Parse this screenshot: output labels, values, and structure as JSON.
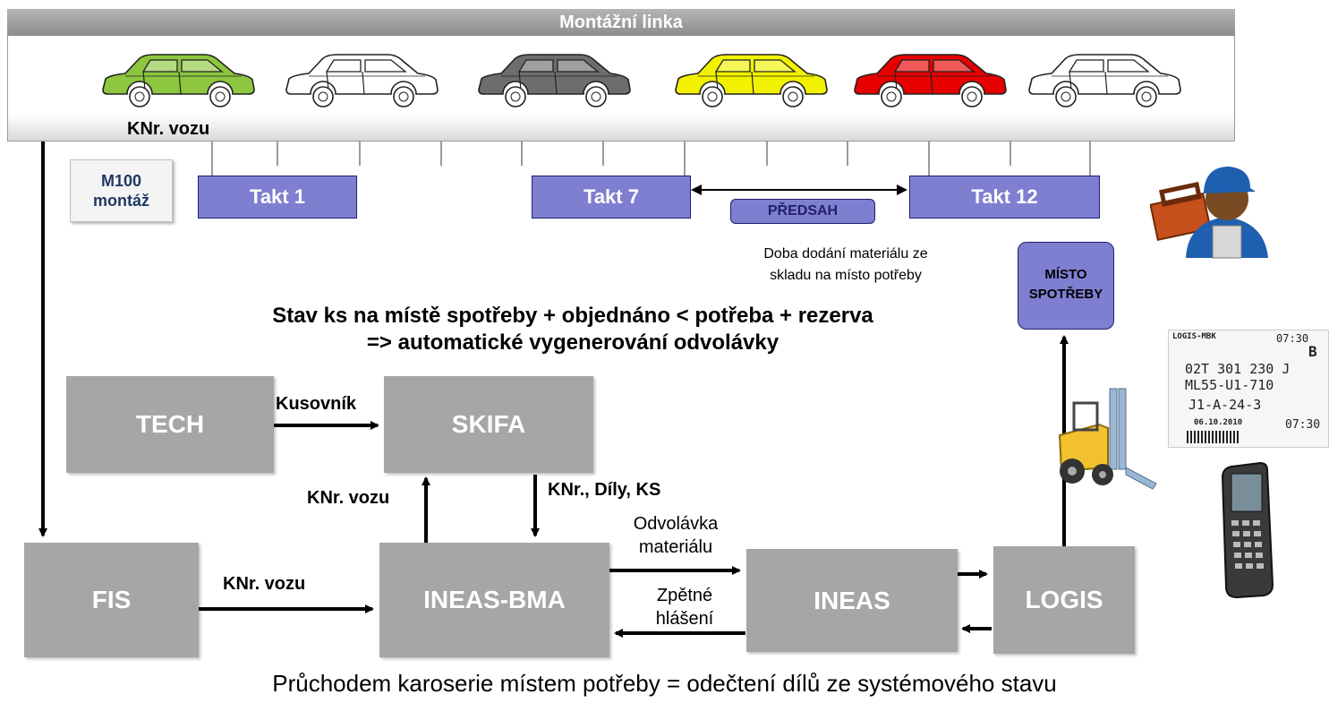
{
  "assembly_line": {
    "title": "Montážní linka",
    "car_colors": [
      "#8dc63f",
      "#ffffff",
      "#6d6d6d",
      "#f2f200",
      "#e60000",
      "#ffffff"
    ],
    "car_label": "KNr. vozu"
  },
  "m100": {
    "line1": "M100",
    "line2": "montáž"
  },
  "takts": [
    "Takt 1",
    "Takt 7",
    "Takt 12"
  ],
  "predsah": {
    "label": "PŘEDSAH",
    "desc_line1": "Doba dodání materiálu ze",
    "desc_line2": "skladu na místo potřeby"
  },
  "misto": {
    "line1": "MÍSTO",
    "line2": "SPOTŘEBY"
  },
  "condition": {
    "line1": "Stav ks na místě spotřeby + objednáno < potřeba + rezerva",
    "line2": "=> automatické vygenerování odvolávky"
  },
  "boxes": {
    "tech": "TECH",
    "skifa": "SKIFA",
    "fis": "FIS",
    "ineas_bma": "INEAS-BMA",
    "ineas": "INEAS",
    "logis": "LOGIS"
  },
  "edges": {
    "kusovnik": "Kusovník",
    "knr_vozu_up": "KNr. vozu",
    "knr_dily_ks": "KNr., Díly, KS",
    "knr_vozu_fis": "KNr. vozu",
    "odvolavka_1": "Odvolávka",
    "odvolavka_2": "materiálu",
    "zpetne_1": "Zpětné",
    "zpetne_2": "hlášení"
  },
  "label_sample": {
    "header": "LOGIS-MBK",
    "part": "02T 301 230 J",
    "loc": "ML55-U1-710",
    "bin": "J1-A-24-3",
    "date": "06.10.2010",
    "time": "07:30",
    "slot": "B"
  },
  "footer": "Průchodem karoserie místem potřeby = odečtení dílů ze systémového stavu",
  "colors": {
    "gray_box": "#a6a6a6",
    "takt": "#7f7fd1",
    "accent_dark": "#1f1f6b"
  }
}
